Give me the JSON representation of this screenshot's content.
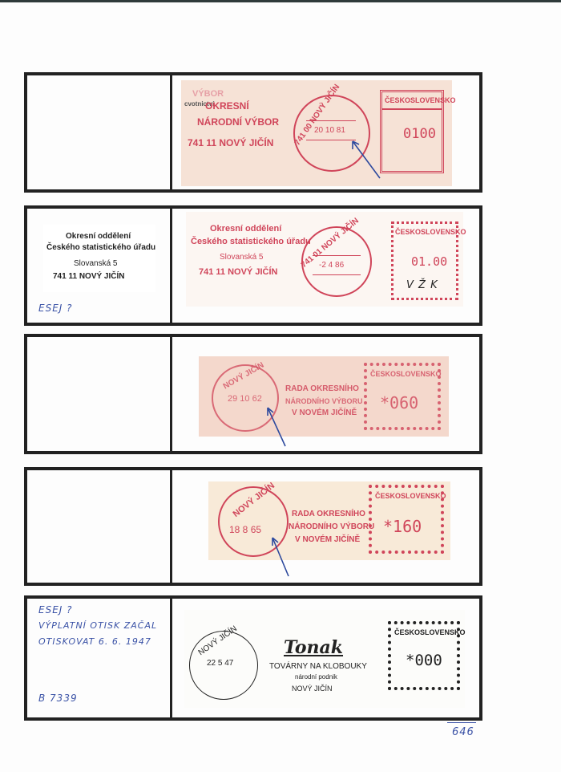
{
  "sheet": {
    "page_number": "646"
  },
  "item1": {
    "sender": {
      "partial_top": "VÝBOR",
      "partial_small": "cvotnictví",
      "line1": "OKRESNÍ",
      "line2": "NÁRODNÍ VÝBOR",
      "line3": "741 11   NOVÝ JIČÍN"
    },
    "postmark": {
      "arc_text": "741 00 NOVÝ JIČÍN",
      "date": "20 10 81"
    },
    "meter": {
      "country": "ČESKOSLOVENSKO",
      "value": "0100"
    }
  },
  "item2": {
    "address": {
      "line1": "Okresní oddělení",
      "line2": "Českého statistického úřadu",
      "line3": "Slovanská 5",
      "line4": "741 11  NOVÝ  JIČÍN"
    },
    "note": "ESEJ ?",
    "sender": {
      "line1": "Okresní oddělení",
      "line2": "Českého statistického úřadu",
      "line3": "Slovanská 5",
      "line4": "741 11  NOVÝ  JIČÍN"
    },
    "postmark": {
      "arc_text": "741 01 NOVÝ JIČÍN",
      "date": "-2 4 86"
    },
    "meter": {
      "country": "ČESKOSLOVENSKO",
      "value": "01.00",
      "initials": "V Ž K"
    }
  },
  "item3": {
    "postmark": {
      "arc_text": "NOVÝ JIČÍN",
      "date": "29 10 62"
    },
    "sender": {
      "line1": "RADA OKRESNÍHO",
      "line2": "NÁRODNÍHO VÝBORU",
      "line3": "V NOVÉM JIČÍNĚ"
    },
    "meter": {
      "country": "ČESKOSLOVENSKO",
      "value": "*060"
    }
  },
  "item4": {
    "postmark": {
      "arc_text": "NOVÝ JIČÍN",
      "date": "18 8 65"
    },
    "sender": {
      "line1": "RADA OKRESNÍHO",
      "line2": "NÁRODNÍHO VÝBORU",
      "line3": "V NOVÉM JIČÍNĚ"
    },
    "meter": {
      "country": "ČESKOSLOVENSKO",
      "value": "*160"
    }
  },
  "item5": {
    "notes": {
      "line1": "ESEJ ?",
      "line2": "VÝPLATNÍ OTISK ZAČAL",
      "line3": "OTISKOVAT  6. 6. 1947",
      "ref": "B 7339"
    },
    "postmark": {
      "arc_text": "NOVÝ JIČÍN",
      "date": "22 5 47"
    },
    "sender": {
      "logo": "Tonak",
      "line1": "TOVÁRNY NA KLOBOUKY",
      "line2": "národní podnik",
      "line3": "NOVÝ JIČÍN"
    },
    "meter": {
      "country": "ČESKOSLOVENSKO",
      "value": "*000"
    }
  },
  "colors": {
    "ink_red": "#d0455a",
    "ink_blue": "#3a52a6",
    "clip_pink": "#f5e4dd"
  },
  "icons": [
    "arrow-annotation-icon",
    "wavy-border-icon"
  ]
}
